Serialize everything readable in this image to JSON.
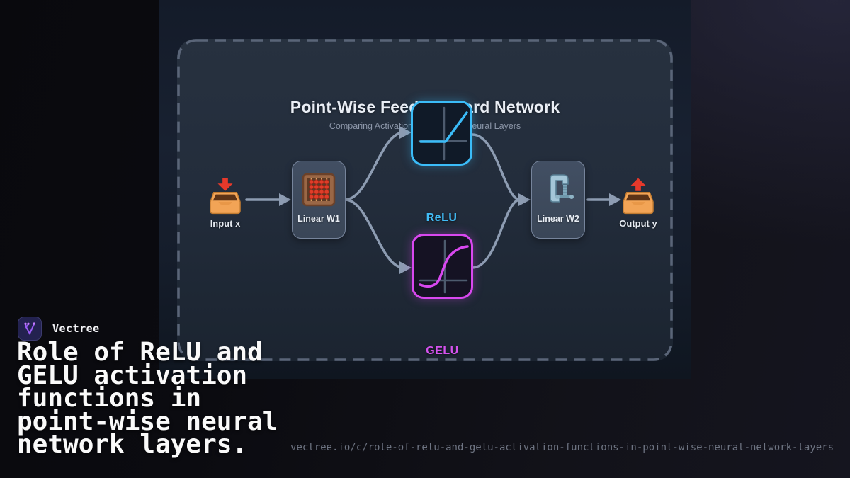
{
  "brand": {
    "name": "Vectree"
  },
  "hero": {
    "title": "Role of ReLU and\nGELU activation\nfunctions in\npoint-wise neural\nnetwork layers.",
    "url": "vectree.io/c/role-of-relu-and-gelu-activation-functions-in-point-wise-neural-network-layers"
  },
  "diagram": {
    "title": "Point-Wise Feed-Forward Network",
    "subtitle": "Comparing Activation Functions in Neural Layers",
    "nodes": {
      "input": {
        "label": "Input x",
        "icon": "inbox-tray-icon"
      },
      "linear1": {
        "label": "Linear W1",
        "icon": "abacus-icon"
      },
      "relu": {
        "label": "ReLU"
      },
      "gelu": {
        "label": "GELU"
      },
      "linear2": {
        "label": "Linear W2",
        "icon": "clamp-icon"
      },
      "output": {
        "label": "Output y",
        "icon": "outbox-tray-icon"
      }
    },
    "colors": {
      "relu_accent": "#38bdf8",
      "gelu_accent": "#d946ef",
      "connector": "#8d9cb2",
      "card_dash_border": "#5a6578"
    }
  }
}
